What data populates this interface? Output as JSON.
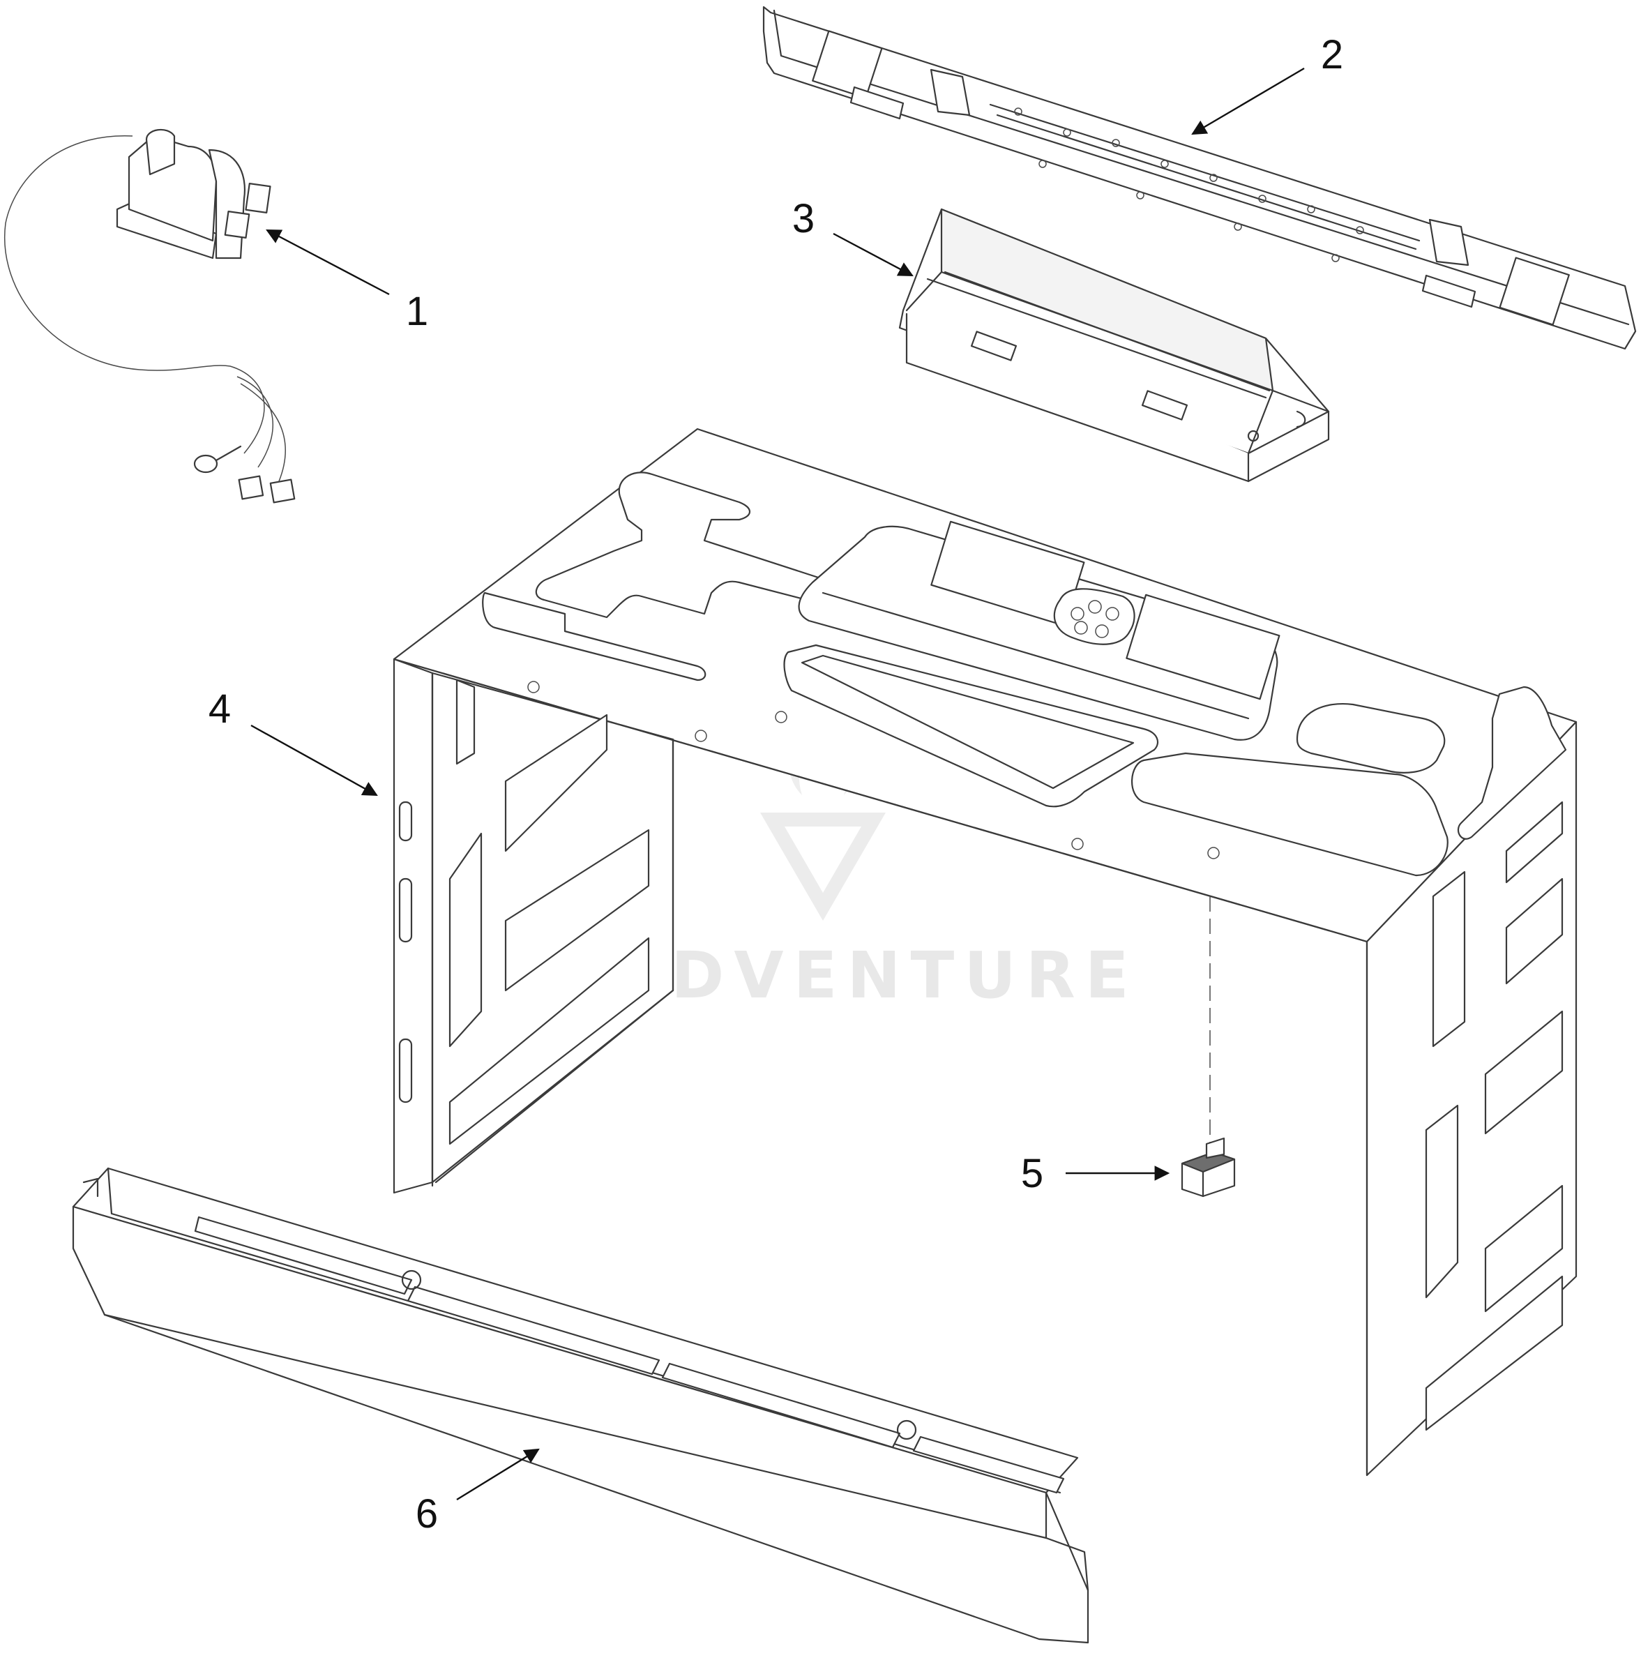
{
  "callouts": [
    {
      "id": "1",
      "label": "1"
    },
    {
      "id": "2",
      "label": "2"
    },
    {
      "id": "3",
      "label": "3"
    },
    {
      "id": "4",
      "label": "4"
    },
    {
      "id": "5",
      "label": "5"
    },
    {
      "id": "6",
      "label": "6"
    }
  ],
  "watermark": {
    "text": "LEADVENTURE"
  },
  "colors": {
    "line": "#3a3a3a",
    "watermark": "#e8e8e8",
    "background": "#ffffff"
  }
}
